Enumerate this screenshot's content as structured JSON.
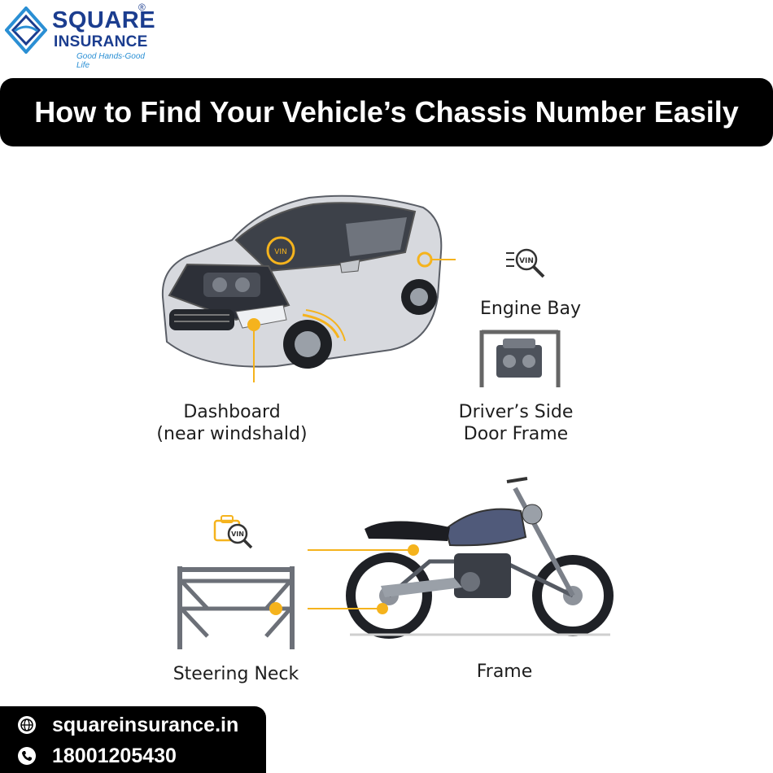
{
  "brand": {
    "name_line1": "SQUARE",
    "registered": "®",
    "name_line2": "INSURANCE",
    "tagline": "Good Hands-Good Life"
  },
  "title": "How to Find Your Vehicle’s Chassis Number Easily",
  "car_section": {
    "vin_badge": "VIN",
    "labels": {
      "engine_bay": "Engine Bay",
      "dashboard_line1": "Dashboard",
      "dashboard_line2": "(near windshald)",
      "door_frame_line1": "Driver’s Side",
      "door_frame_line2": "Door Frame"
    }
  },
  "bike_section": {
    "labels": {
      "steering_neck": "Steering Neck",
      "frame": "Frame"
    }
  },
  "contact": {
    "website": "squareinsurance.in",
    "phone": "18001205430"
  },
  "colors": {
    "accent": "#f5b31d",
    "brand_blue": "#1b3d8f",
    "banner": "#000000"
  }
}
